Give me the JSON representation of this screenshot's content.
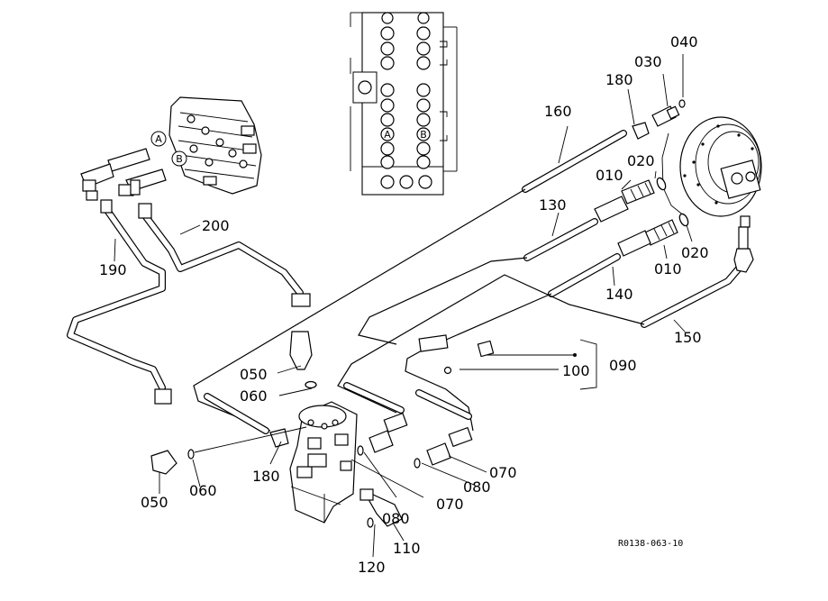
{
  "callouts": {
    "c010a": "010",
    "c010b": "010",
    "c020a": "020",
    "c020b": "020",
    "c030": "030",
    "c040": "040",
    "c050a": "050",
    "c050b": "050",
    "c060a": "060",
    "c060b": "060",
    "c070a": "070",
    "c070b": "070",
    "c080a": "080",
    "c080b": "080",
    "c090": "090",
    "c100": "100",
    "c110": "110",
    "c120": "120",
    "c130": "130",
    "c140": "140",
    "c150": "150",
    "c160": "160",
    "c180a": "180",
    "c180b": "180",
    "c190": "190",
    "c200": "200"
  },
  "port_labels": {
    "a_valve": "A",
    "b_valve": "B",
    "a_schem": "A",
    "b_schem": "B"
  },
  "drawing_ref": "R0138-063-10"
}
